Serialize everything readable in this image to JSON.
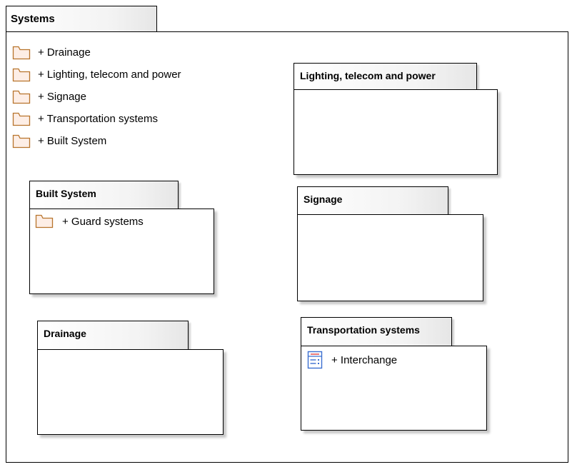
{
  "diagram": {
    "title": "Systems",
    "root_items": [
      {
        "label": "+ Drainage",
        "icon": "folder-icon"
      },
      {
        "label": "+ Lighting, telecom and power",
        "icon": "folder-icon"
      },
      {
        "label": "+ Signage",
        "icon": "folder-icon"
      },
      {
        "label": "+ Transportation systems",
        "icon": "folder-icon"
      },
      {
        "label": "+ Built System",
        "icon": "folder-icon"
      }
    ],
    "packages": {
      "lighting": {
        "title": "Lighting, telecom and power"
      },
      "built_system": {
        "title": "Built System",
        "items": [
          {
            "label": "+ Guard systems",
            "icon": "folder-icon"
          }
        ]
      },
      "signage": {
        "title": "Signage"
      },
      "drainage": {
        "title": "Drainage"
      },
      "transportation": {
        "title": "Transportation systems",
        "items": [
          {
            "label": "+ Interchange",
            "icon": "class-icon"
          }
        ]
      }
    }
  },
  "colors": {
    "folder_stroke": "#b8742c",
    "folder_fill": "#fdeee6",
    "class_stroke": "#3b6fd0",
    "class_accent": "#e04040"
  }
}
